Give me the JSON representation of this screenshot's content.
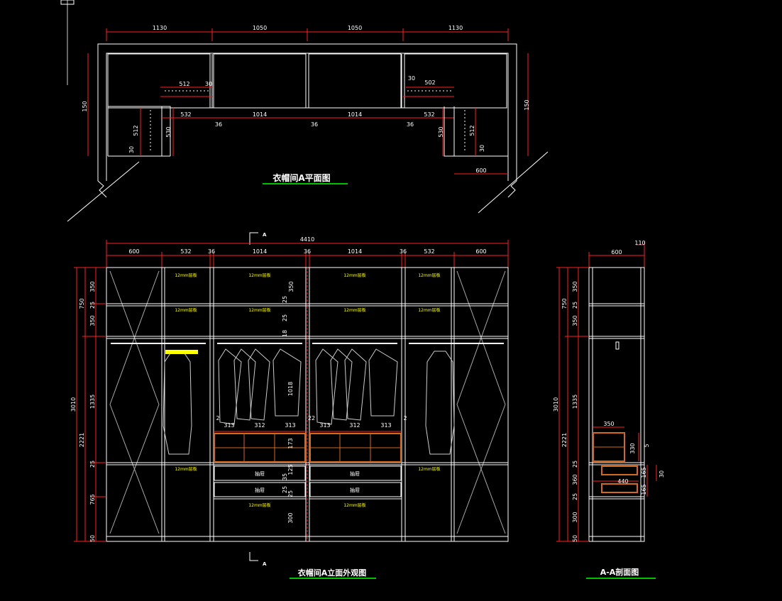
{
  "plan": {
    "top_dims": [
      "1130",
      "1050",
      "1050",
      "1130"
    ],
    "left_height": "150",
    "right_height": "150",
    "inner_left_top": "512",
    "inner_left_30": "30",
    "inner_right_top": "502",
    "inner_right_30": "30",
    "mid_dims": [
      "532",
      "1014",
      "1014",
      "532"
    ],
    "mid_small": [
      "36",
      "36",
      "36"
    ],
    "left_verticals": [
      "512",
      "530"
    ],
    "left_bottom_30": "30",
    "right_verticals": [
      "530",
      "512"
    ],
    "right_bottom_30": "30",
    "bottom_right_dim": "600",
    "title": "衣帽间A平面图"
  },
  "elevation": {
    "total_width": "4410",
    "top_dims": [
      "600",
      "532",
      "36",
      "1014",
      "36",
      "1014",
      "36",
      "532",
      "600"
    ],
    "left_outer_dims": [
      "3010",
      "2221"
    ],
    "left_inner_dims": [
      "350",
      "25",
      "350",
      "1335",
      "25",
      "765",
      "50"
    ],
    "left_group": "750",
    "yellow_top_labels": [
      "12mm层板",
      "12mm层板",
      "12mm层板",
      "12mm层板",
      "12mm层板",
      "12mm层板",
      "12mm层板",
      "12mm层板"
    ],
    "yellow_mid_labels": [
      "12mm层板",
      "12mm层板",
      "12mm层板",
      "12mm层板"
    ],
    "drawer_labels": [
      "抽屉",
      "抽屉",
      "抽屉",
      "抽屉"
    ],
    "drawer_widths_left": [
      "313",
      "312",
      "313"
    ],
    "drawer_widths_right": [
      "313",
      "312",
      "313"
    ],
    "center_small_dims": [
      "25",
      "350",
      "25",
      "18",
      "1018",
      "173"
    ],
    "center_lower_dims": [
      "125",
      "35",
      "25",
      "25",
      "300"
    ],
    "section_mark": "A",
    "title": "衣帽间A立面外观图",
    "small_marks": [
      "2",
      "22",
      "2"
    ]
  },
  "section": {
    "top_dims": [
      "600",
      "110"
    ],
    "left_outer_dims": [
      "3010",
      "2221"
    ],
    "left_group": "750",
    "left_inner_dims": [
      "350",
      "25",
      "350",
      "1335",
      "25",
      "360",
      "25",
      "300",
      "50"
    ],
    "drawer_dims": [
      "350",
      "330",
      "5",
      "440",
      "165",
      "30",
      "165"
    ],
    "title": "A-A剖面图"
  },
  "colors": {
    "line": "#ffffff",
    "label": "#ffff00",
    "drawer": "#d2691e",
    "underline": "#00c000",
    "redline": "#ff2020"
  }
}
